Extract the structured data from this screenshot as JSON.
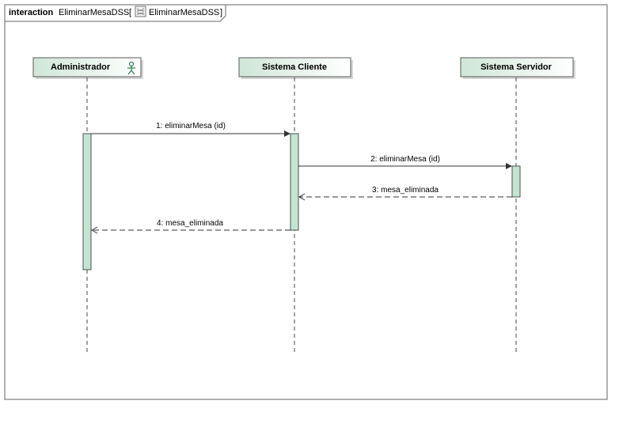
{
  "frame": {
    "keyword": "interaction",
    "name": "EliminarMesaDSS",
    "bracket_open": "[",
    "ref_name": "EliminarMesaDSS",
    "bracket_close": "]",
    "ref_icon": "sequence-diagram-icon"
  },
  "lifelines": [
    {
      "id": "administrador",
      "label": "Administrador",
      "icon": "actor-icon"
    },
    {
      "id": "sistema-cliente",
      "label": "Sistema Cliente"
    },
    {
      "id": "sistema-servidor",
      "label": "Sistema Servidor"
    }
  ],
  "messages": [
    {
      "id": "msg-1",
      "label": "1: eliminarMesa (id)",
      "from": "administrador",
      "to": "sistema-cliente",
      "kind": "synchronous-call"
    },
    {
      "id": "msg-2",
      "label": "2: eliminarMesa (id)",
      "from": "sistema-cliente",
      "to": "sistema-servidor",
      "kind": "synchronous-call"
    },
    {
      "id": "msg-3",
      "label": "3: mesa_eliminada",
      "from": "sistema-servidor",
      "to": "sistema-cliente",
      "kind": "reply"
    },
    {
      "id": "msg-4",
      "label": "4: mesa_eliminada",
      "from": "sistema-cliente",
      "to": "administrador",
      "kind": "reply"
    }
  ],
  "colors": {
    "lifeline_fill": "#d7ebe0",
    "activation_fill": "#c3e4d3",
    "border": "#5a5a5a",
    "actor_icon": "#2e7d4f"
  }
}
